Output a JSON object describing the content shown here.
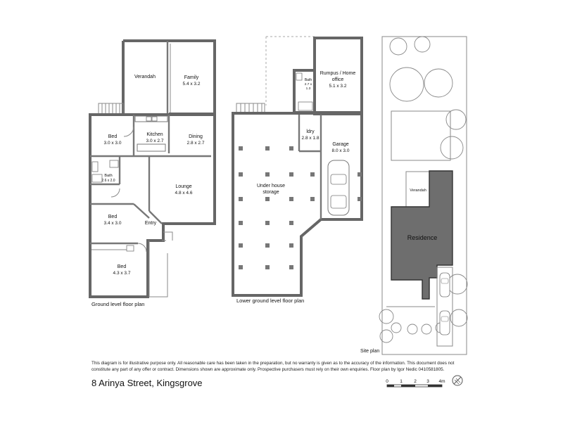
{
  "plans": {
    "ground": {
      "caption": "Ground level floor plan",
      "rooms": {
        "verandah": {
          "name": "Verandah"
        },
        "family": {
          "name": "Family",
          "dims": "5.4 x 3.2"
        },
        "bed1": {
          "name": "Bed",
          "dims": "3.0 x 3.0"
        },
        "kitchen": {
          "name": "Kitchen",
          "dims": "3.0 x 2.7"
        },
        "dining": {
          "name": "Dining",
          "dims": "2.8 x 2.7"
        },
        "bath": {
          "name": "Bath",
          "dims": "2.6 x 2.0"
        },
        "lounge": {
          "name": "Lounge",
          "dims": "4.8 x 4.6"
        },
        "bed2": {
          "name": "Bed",
          "dims": "3.4 x 3.0"
        },
        "entry": {
          "name": "Entry"
        },
        "bed3": {
          "name": "Bed",
          "dims": "4.3 x 3.7"
        }
      }
    },
    "lower": {
      "caption": "Lower ground level floor plan",
      "rooms": {
        "rumpus": {
          "name": "Rumpus / Home",
          "name2": "office",
          "dims": "5.1 x 3.2"
        },
        "bath": {
          "name": "Bath",
          "dims": "2.7 x",
          "dims2": "1.3"
        },
        "ldry": {
          "name": "ldry",
          "dims": "2.8 x 1.8"
        },
        "garage": {
          "name": "Garage",
          "dims": "8.0 x 3.0"
        },
        "storage": {
          "name": "Under house",
          "name2": "storage"
        }
      }
    },
    "site": {
      "caption": "Site plan",
      "verandah": "Verandah",
      "residence": "Residence"
    }
  },
  "disclaimer": "This diagram is for illustrative purpose only. All reasonable care has been taken in the preparation, but no warranty is given as to the accuracy of the information. This document does not constitute any part of any offer or contract. Dimensions shown are approximate only. Prospective purchasers must rely on their own enquiries. Floor plan by Igor Nedic 0410581805.",
  "address": "8 Arinya Street, Kingsgrove",
  "scale_bar": {
    "ticks": [
      "0",
      "1",
      "2",
      "3",
      "4m"
    ]
  },
  "colors": {
    "wall": "#666666",
    "residence_fill": "#6e6e6e",
    "line": "#888888"
  },
  "icons": [
    "tree-icon",
    "car-icon",
    "north-arrow-icon"
  ]
}
